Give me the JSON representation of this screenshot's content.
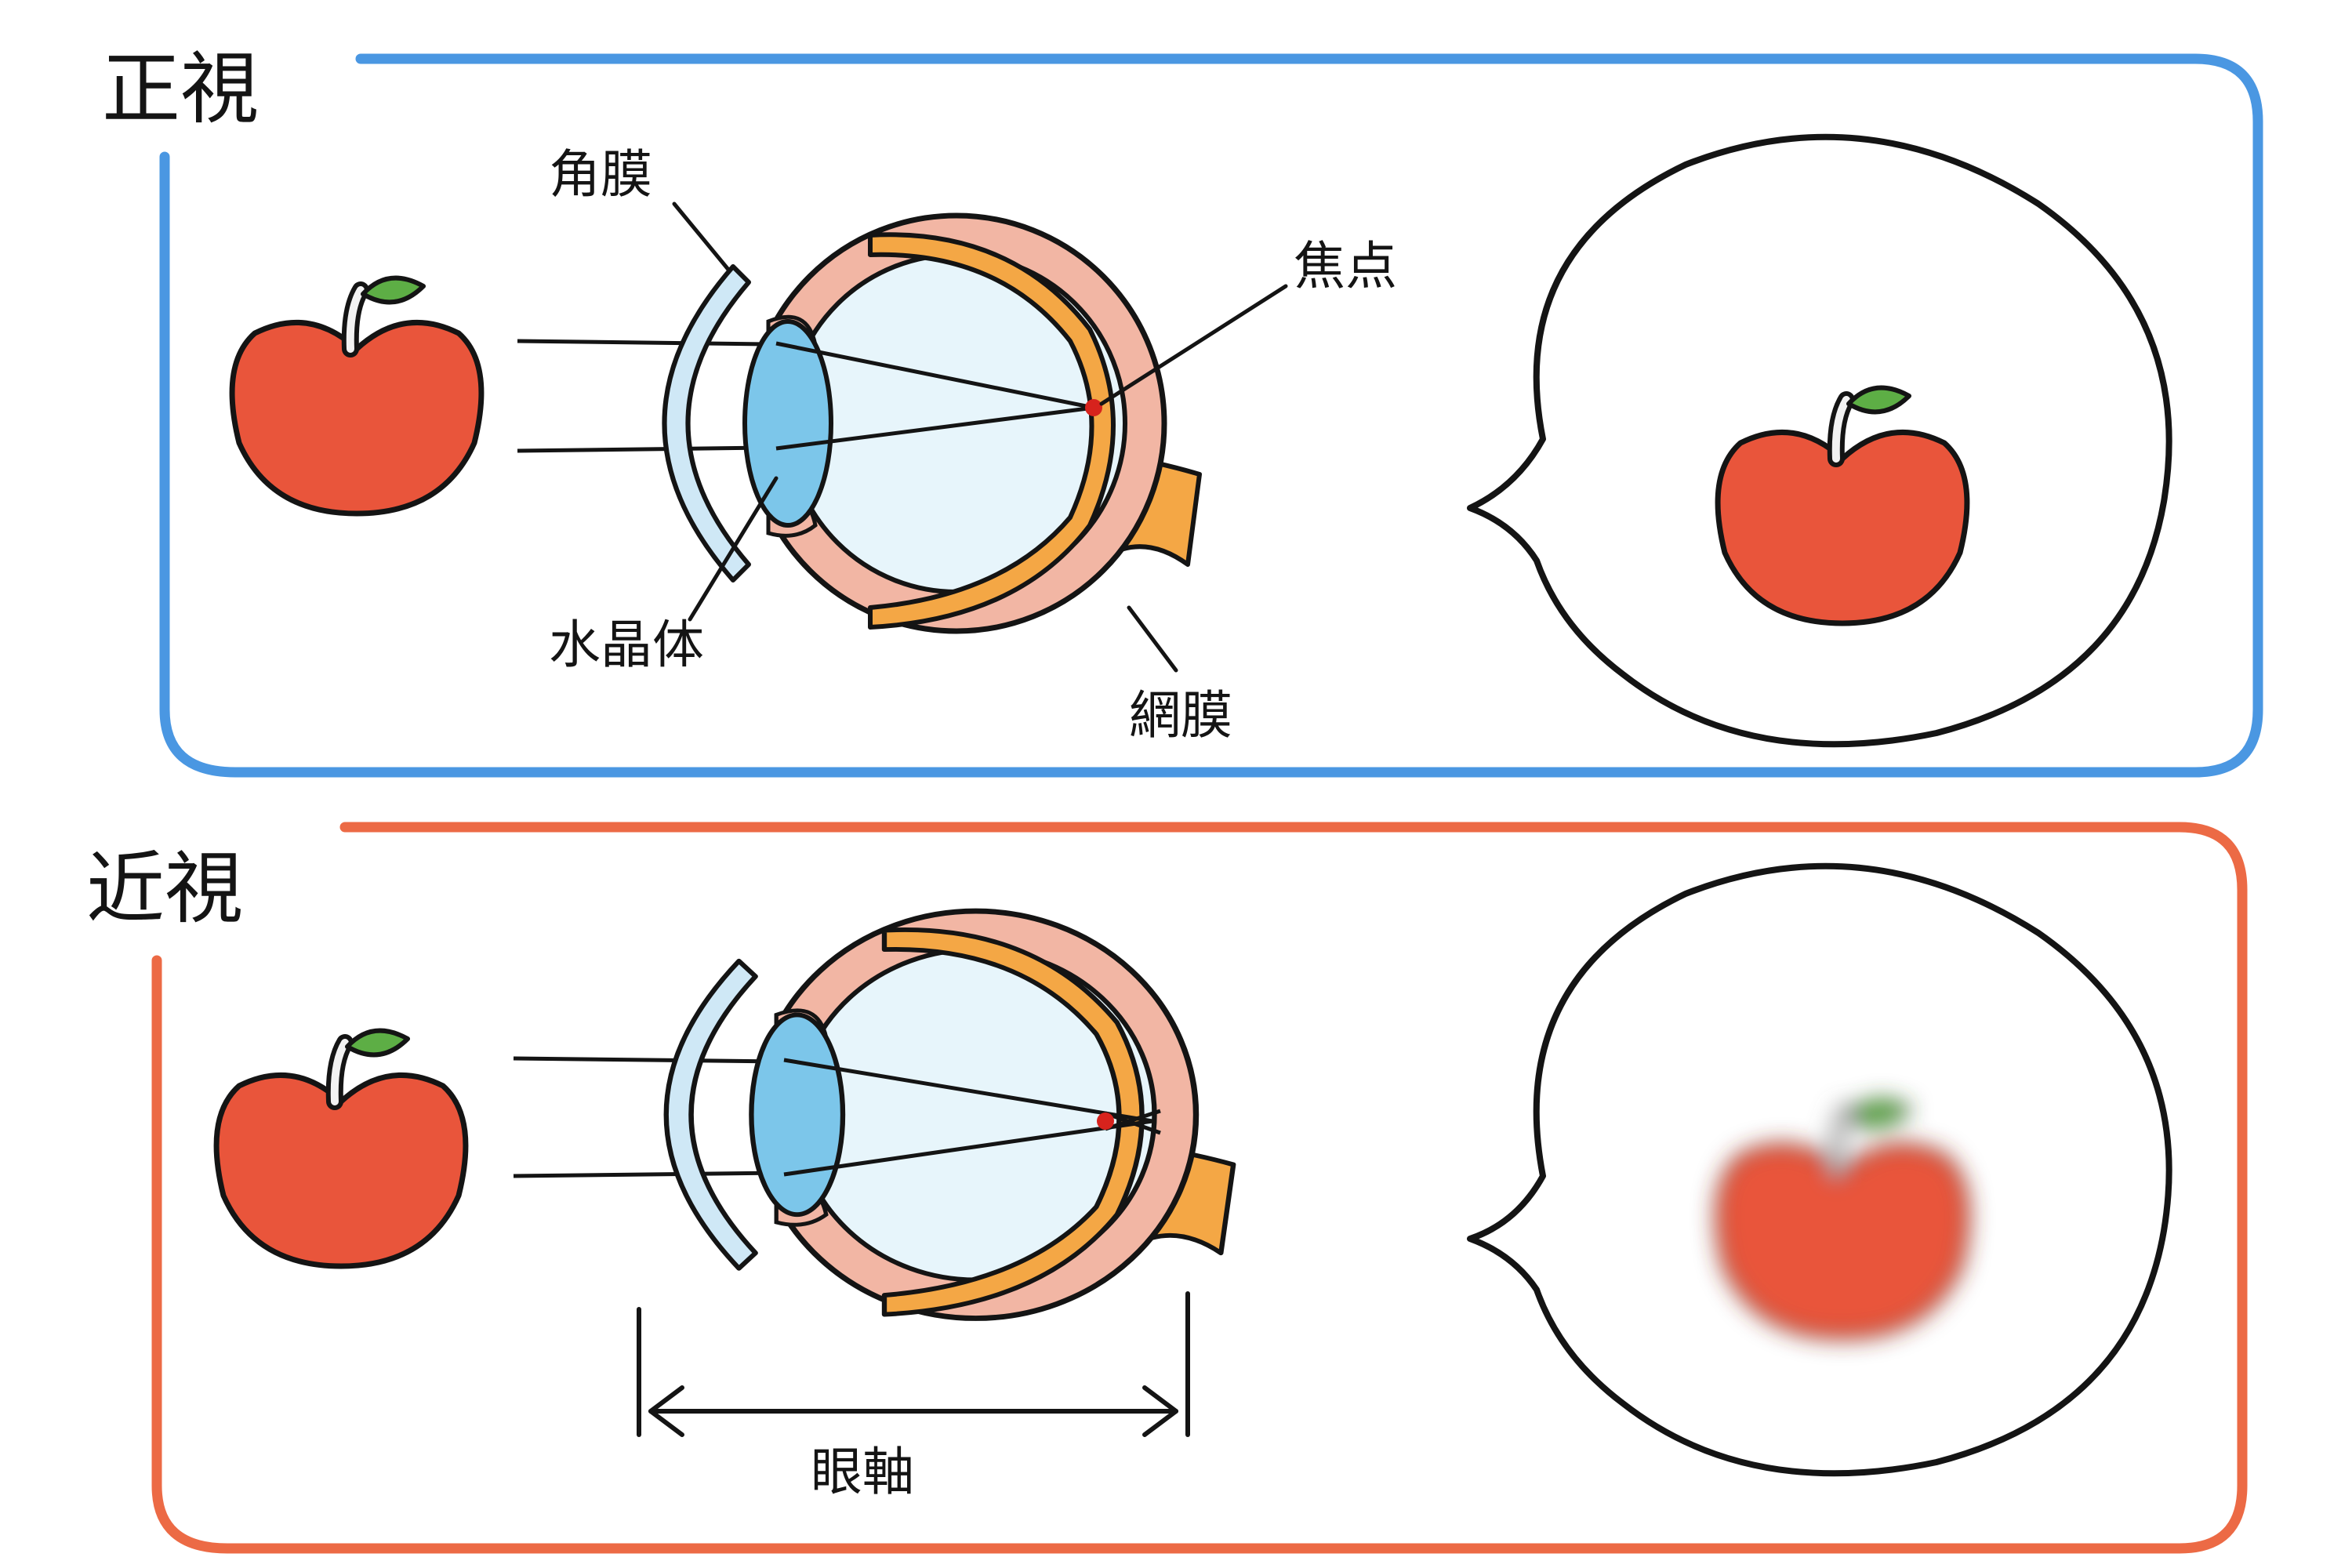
{
  "colors": {
    "normal_frame": "#4a97e2",
    "myopia_frame": "#ec6a45",
    "outline": "#141414",
    "sclera": "#f2b6a4",
    "vitreous": "#e7f5fb",
    "lens": "#7cc6ea",
    "cornea": "#cfe8f6",
    "retina": "#f4a745",
    "apple": "#e9553b",
    "leaf": "#5dae45",
    "stem": "#f2f2f2",
    "focal_point": "#d7231d"
  },
  "icons": {
    "apple": "apple-icon",
    "thought_bubble": "thought-bubble-icon"
  },
  "panels": [
    {
      "id": "normal",
      "title": "正視",
      "labels": {
        "cornea": "角膜",
        "lens": "水晶体",
        "focal_point": "焦点",
        "retina": "網膜"
      },
      "perceived_image": "sharp"
    },
    {
      "id": "myopia",
      "title": "近視",
      "labels": {
        "axial_length": "眼軸"
      },
      "perceived_image": "blurred"
    }
  ]
}
